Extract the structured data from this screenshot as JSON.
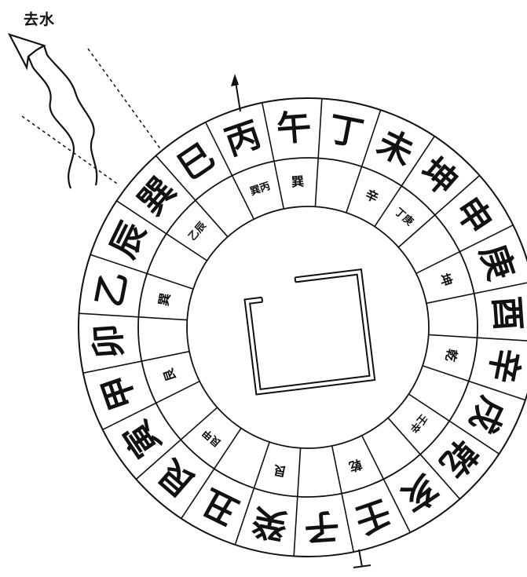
{
  "water_label": "去水",
  "outer_ring": [
    "午",
    "丁",
    "未",
    "坤",
    "申",
    "庚",
    "酉",
    "辛",
    "戌",
    "乾",
    "亥",
    "壬",
    "子",
    "癸",
    "丑",
    "艮",
    "寅",
    "甲",
    "卯",
    "乙",
    "辰",
    "巽",
    "巳",
    "丙"
  ],
  "inner_ring": [
    "巽",
    "",
    "辛",
    "丁庚",
    "",
    "坤",
    "",
    "乾",
    "",
    "壬辛",
    "",
    "乾",
    "",
    "艮",
    "",
    "艮甲",
    "",
    "艮",
    "",
    "巽",
    "",
    "乙辰",
    "",
    "巽丙"
  ],
  "colors": {
    "line": "#111111",
    "background": "#ffffff"
  }
}
